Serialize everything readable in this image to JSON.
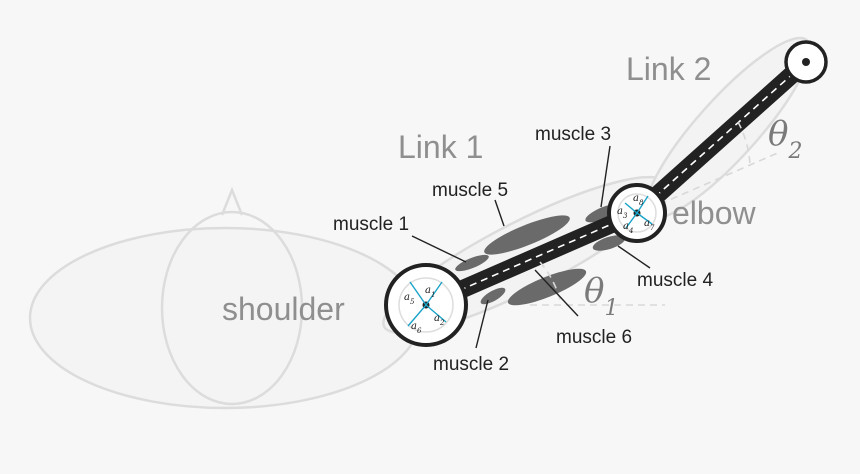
{
  "labels": {
    "link1": "Link 1",
    "link2": "Link 2",
    "shoulder": "shoulder",
    "elbow": "elbow",
    "theta1": "θ1",
    "theta2": "θ2"
  },
  "muscles": [
    "muscle 1",
    "muscle 2",
    "muscle 3",
    "muscle 4",
    "muscle 5",
    "muscle 6"
  ],
  "attachments": [
    "a1",
    "a2",
    "a3",
    "a4",
    "a5",
    "a6",
    "a7",
    "a8"
  ],
  "colors": {
    "outline": "#dcdcdc",
    "bone": "#222222",
    "muscle": "#6a6a6a",
    "accent": "#1aa3c8",
    "label_gray": "#8f8f8f",
    "label_black": "#222222"
  }
}
